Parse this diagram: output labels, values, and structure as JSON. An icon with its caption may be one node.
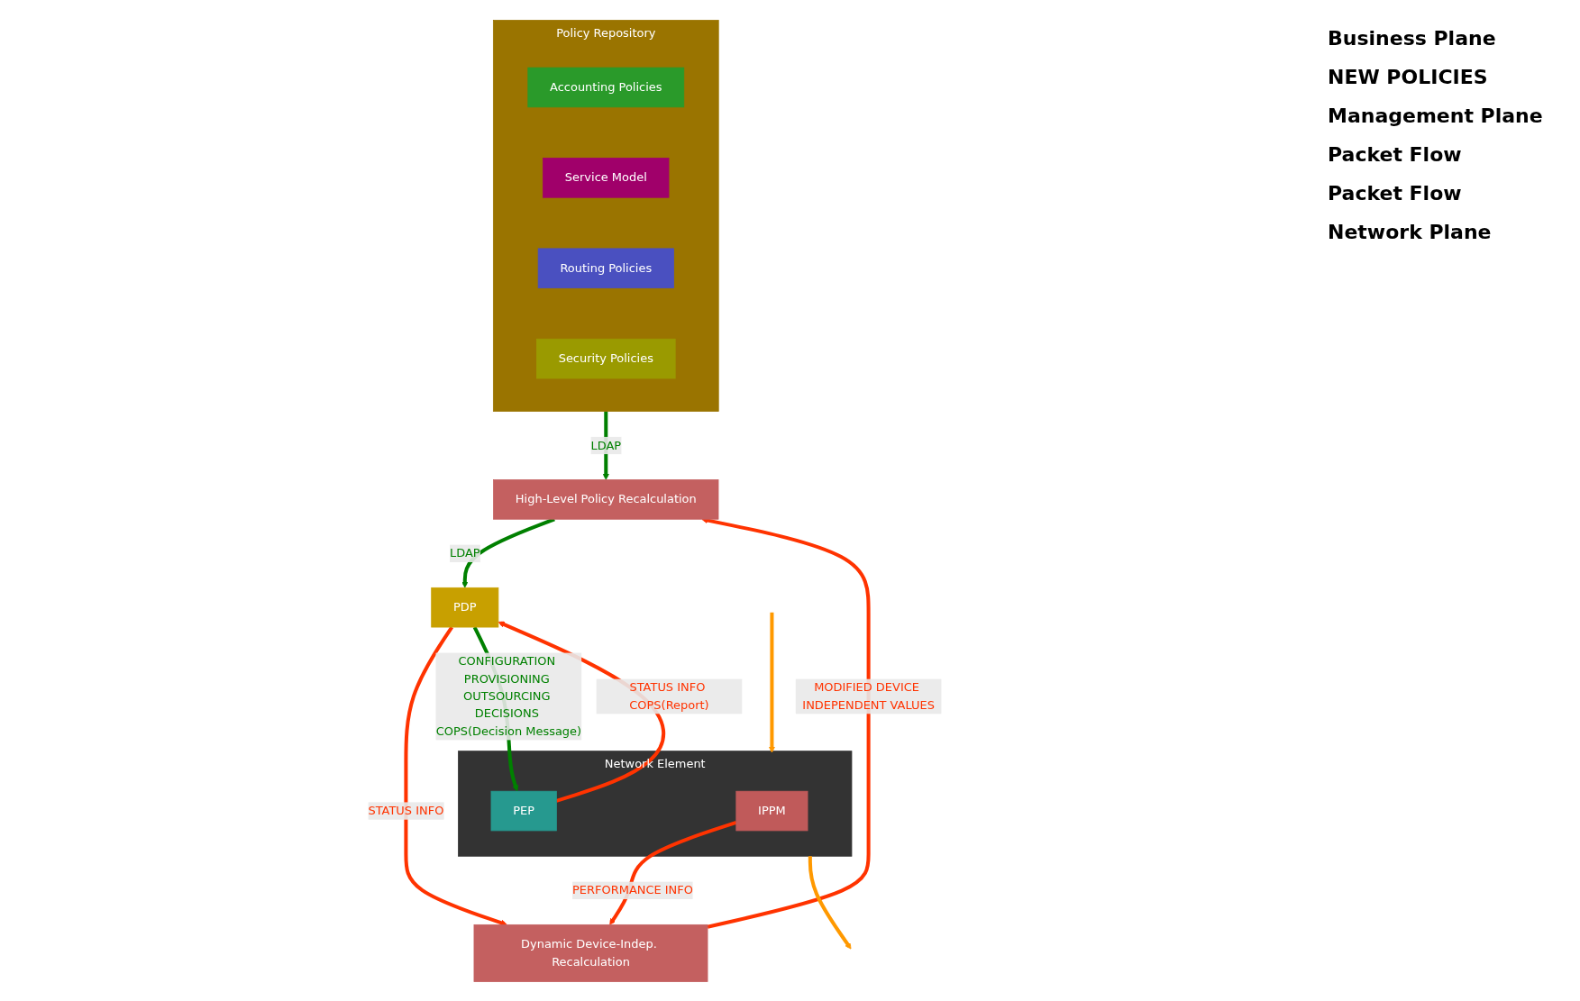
{
  "diagram": {
    "nodes": [
      {
        "text": [
          "Policy Repository"
        ]
      },
      {
        "text": [
          "Accounting Policies"
        ],
        "in": 0
      },
      {
        "text": [
          "Service Model"
        ],
        "in": 0
      },
      {
        "text": [
          "Routing Policies"
        ],
        "in": 0
      },
      {
        "text": [
          "Security Policies"
        ],
        "in": 0
      },
      {
        "text": [
          "High-Level Policy Recalculation"
        ]
      },
      {
        "text": [
          "Dynamic Device-Indep. Recalculation"
        ]
      },
      {
        "text": [
          "PDP"
        ]
      },
      {
        "text": [
          "Network Element"
        ]
      },
      {
        "text": [
          "IPPM"
        ],
        "in": 8
      },
      {
        "text": [
          "PEP"
        ],
        "in": 8
      }
    ],
    "edges": [
      {
        "from": 0,
        "to": 5,
        "arrow": "to",
        "label": "LDAP",
        "color": "#008000"
      },
      {
        "from": 5,
        "to": 7,
        "arrow": "to",
        "label": "LDAP",
        "color": "#008000"
      },
      {
        "from": 7,
        "to": 6,
        "arrow": "to",
        "label": "STATUS INFO"
      },
      {
        "from": 6,
        "to": 5,
        "arrow": "to",
        "label": "MODIFIED DEVICE INDEPENDENT VALUES"
      },
      {
        "from": 9,
        "to": 6,
        "arrow": "to",
        "label": "PERFORMANCE INFO"
      },
      {
        "from": 10,
        "to": 7,
        "arrow": "to",
        "label": "STATUS INFO COPS(Report)"
      },
      {
        "from": 7,
        "to": 10,
        "arrow": "to",
        "label": "CONFIGURATION PROVISIONING OUTSOURCING DECISIONS COPS(Decision Message)",
        "color": "#008000"
      },
      {
        "from": null,
        "to": 8,
        "arrow": "to",
        "color": "#ff9900"
      },
      {
        "from": 8,
        "to": null,
        "arrow": "to",
        "color": "#ff9900"
      }
    ],
    "labels": [
      "Business Plane",
      "NEW POLICIES",
      "Management Plane",
      "Packet Flow",
      "Packet Flow",
      "Network Plane"
    ]
  }
}
